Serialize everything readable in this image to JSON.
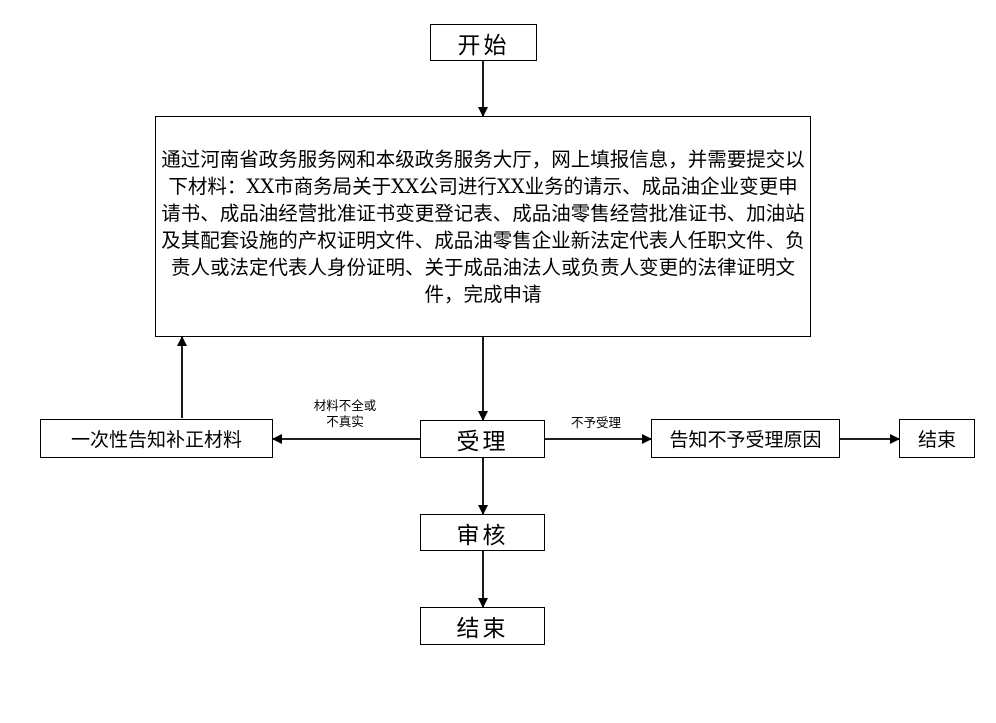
{
  "nodes": {
    "start": "开始",
    "apply": "通过河南省政务服务网和本级政务服务大厅，网上填报信息，并需要提交以下材料：XX市商务局关于XX公司进行XX业务的请示、成品油企业变更申请书、成品油经营批准证书变更登记表、成品油零售经营批准证书、加油站及其配套设施的产权证明文件、成品油零售企业新法定代表人任职文件、负责人或法定代表人身份证明、关于成品油法人或负责人变更的法律证明文件，完成申请",
    "accept": "受理",
    "supplement": "一次性告知补正材料",
    "reject_notice": "告知不予受理原因",
    "end_reject": "结束",
    "review": "审核",
    "end": "结束"
  },
  "edges": {
    "incomplete_line1": "材料不全或",
    "incomplete_line2": "不真实",
    "not_accepted": "不予受理"
  }
}
